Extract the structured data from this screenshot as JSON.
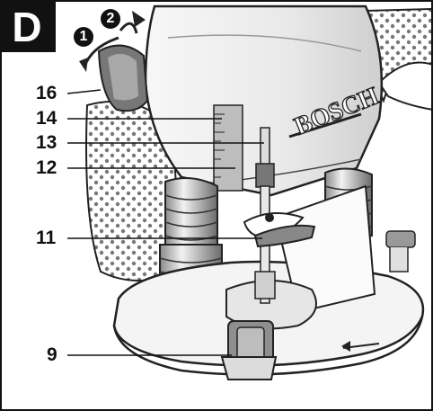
{
  "panel": {
    "letter": "D"
  },
  "steps": [
    {
      "label": "1"
    },
    {
      "label": "2"
    }
  ],
  "brand": "BOSCH",
  "callouts": [
    {
      "id": "16",
      "label": "16"
    },
    {
      "id": "14",
      "label": "14"
    },
    {
      "id": "13",
      "label": "13"
    },
    {
      "id": "12",
      "label": "12"
    },
    {
      "id": "11",
      "label": "11"
    },
    {
      "id": "9",
      "label": "9"
    }
  ]
}
